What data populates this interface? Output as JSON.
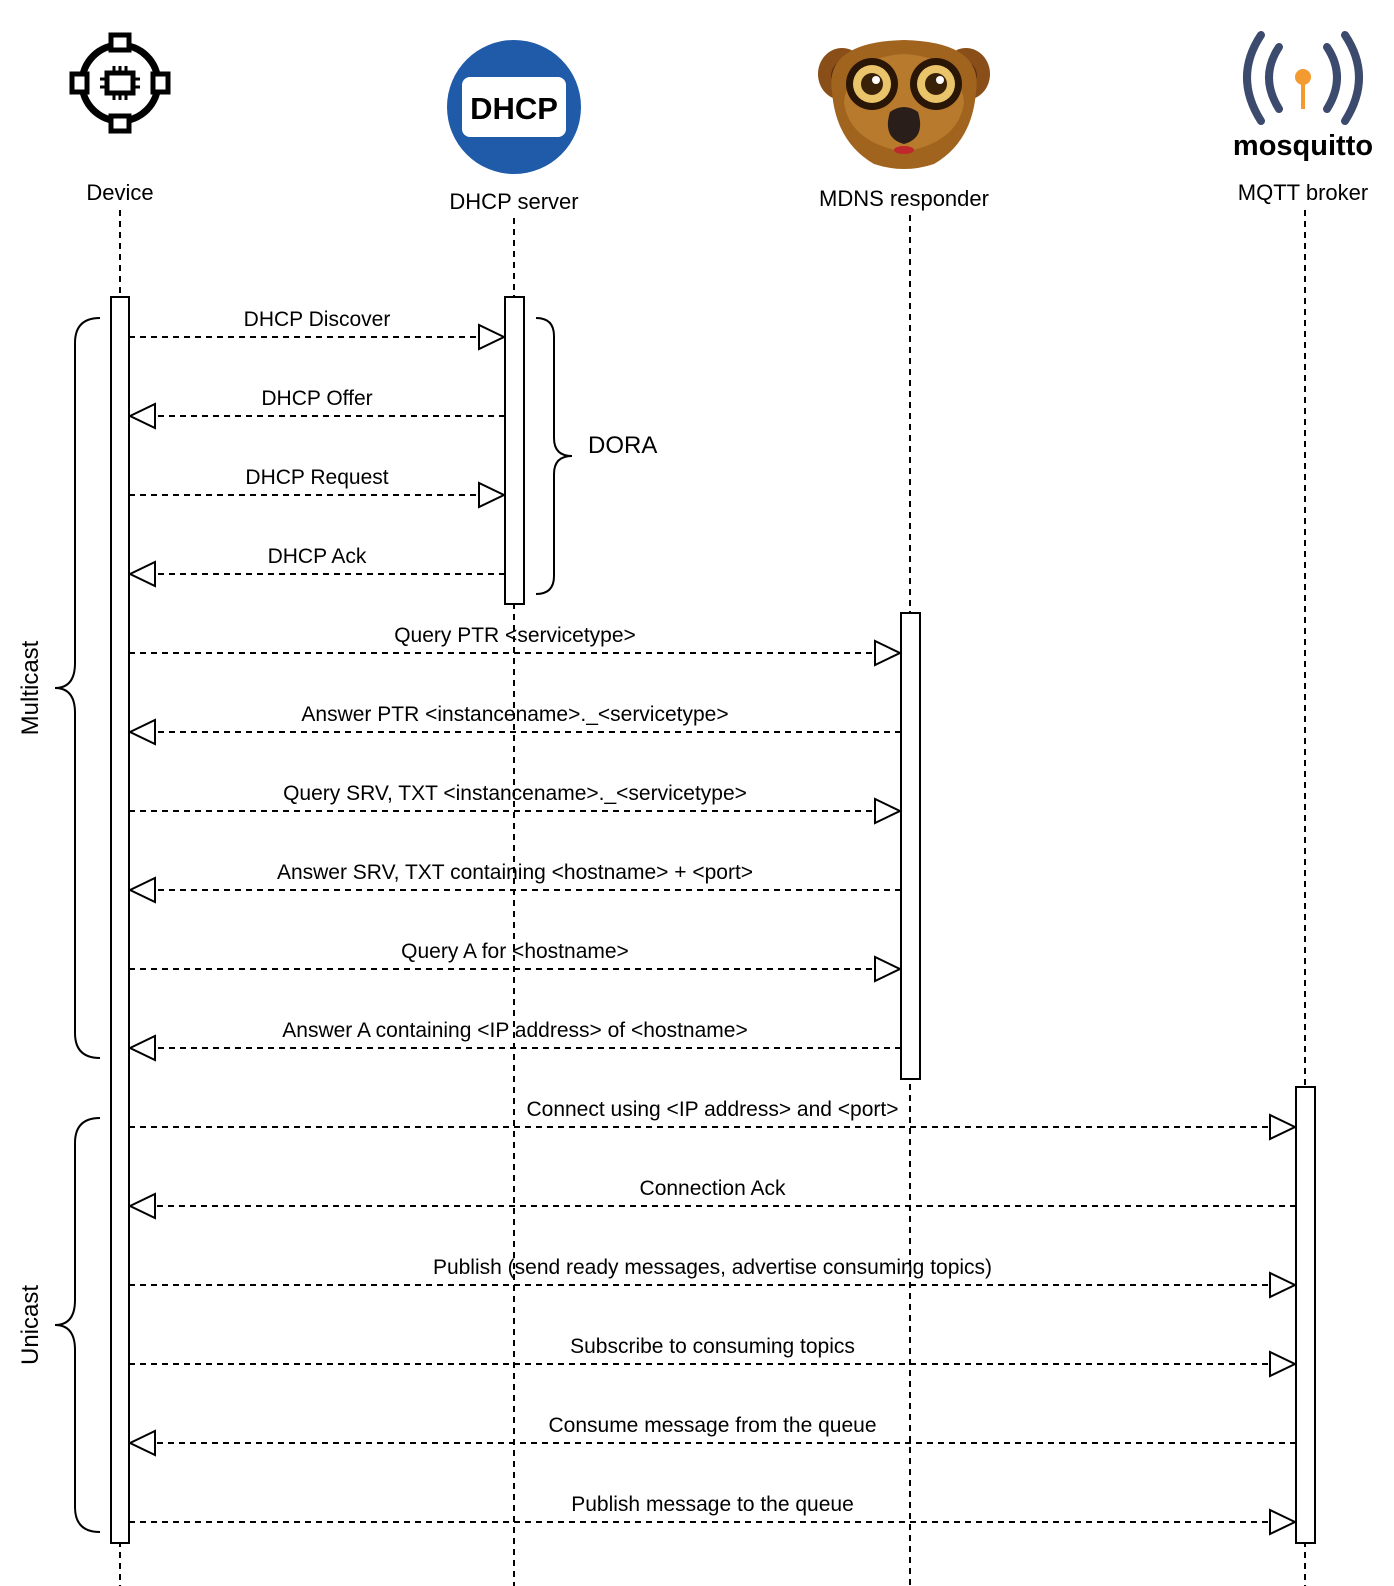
{
  "actors": [
    {
      "id": "device",
      "name": "Device",
      "icon": "circuit-chip-icon"
    },
    {
      "id": "dhcp",
      "name": "DHCP server",
      "icon": "dhcp-logo-icon",
      "logo_text": "DHCP",
      "color": "#1f5ba8"
    },
    {
      "id": "mdns",
      "name": "MDNS responder",
      "icon": "bonjour-lemur-icon"
    },
    {
      "id": "mqtt",
      "name": "MQTT broker",
      "icon": "mosquitto-logo-icon",
      "logo_text": "mosquitto",
      "color": "#3c4a6e",
      "accent": "#f39a30"
    }
  ],
  "messages": [
    {
      "label": "DHCP Discover",
      "from": "device",
      "to": "dhcp"
    },
    {
      "label": "DHCP Offer",
      "from": "dhcp",
      "to": "device"
    },
    {
      "label": "DHCP Request",
      "from": "device",
      "to": "dhcp"
    },
    {
      "label": "DHCP Ack",
      "from": "dhcp",
      "to": "device"
    },
    {
      "label": "Query PTR <servicetype>",
      "from": "device",
      "to": "mdns"
    },
    {
      "label": "Answer PTR <instancename>._<servicetype>",
      "from": "mdns",
      "to": "device"
    },
    {
      "label": "Query SRV, TXT <instancename>._<servicetype>",
      "from": "device",
      "to": "mdns"
    },
    {
      "label": "Answer SRV, TXT containing <hostname> + <port>",
      "from": "mdns",
      "to": "device"
    },
    {
      "label": "Query A for <hostname>",
      "from": "device",
      "to": "mdns"
    },
    {
      "label": "Answer A containing <IP address> of <hostname>",
      "from": "mdns",
      "to": "device"
    },
    {
      "label": "Connect using <IP address> and <port>",
      "from": "device",
      "to": "mqtt"
    },
    {
      "label": "Connection Ack",
      "from": "mqtt",
      "to": "device"
    },
    {
      "label": "Publish (send ready messages, advertise consuming topics)",
      "from": "device",
      "to": "mqtt"
    },
    {
      "label": "Subscribe to consuming topics",
      "from": "device",
      "to": "mqtt"
    },
    {
      "label": "Consume message from the queue",
      "from": "mqtt",
      "to": "device"
    },
    {
      "label": "Publish message to the queue",
      "from": "device",
      "to": "mqtt"
    }
  ],
  "groups": [
    {
      "label": "DORA"
    },
    {
      "label": "Multicast"
    },
    {
      "label": "Unicast"
    }
  ]
}
